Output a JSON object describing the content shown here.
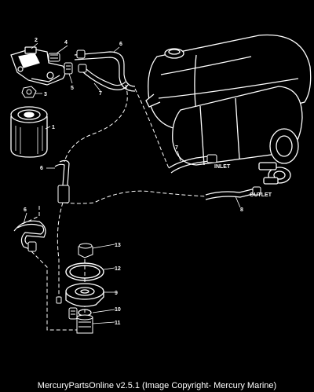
{
  "diagram": {
    "callouts": {
      "c1": "1",
      "c2": "2",
      "c3": "3",
      "c4": "4",
      "c5": "5",
      "c6a": "6",
      "c6b": "6",
      "c6c": "6",
      "c7a": "7",
      "c7b": "7",
      "c8": "8",
      "c9": "9",
      "c10": "10",
      "c11": "11",
      "c12": "12",
      "c13": "13"
    },
    "ports": {
      "inlet": "INLET",
      "outlet": "OUTLET"
    }
  },
  "footer": {
    "caption": "MercuryPartsOnline v2.5.1 (Image Copyright- Mercury Marine)"
  },
  "colors": {
    "background": "#000000",
    "line": "#ffffff"
  }
}
